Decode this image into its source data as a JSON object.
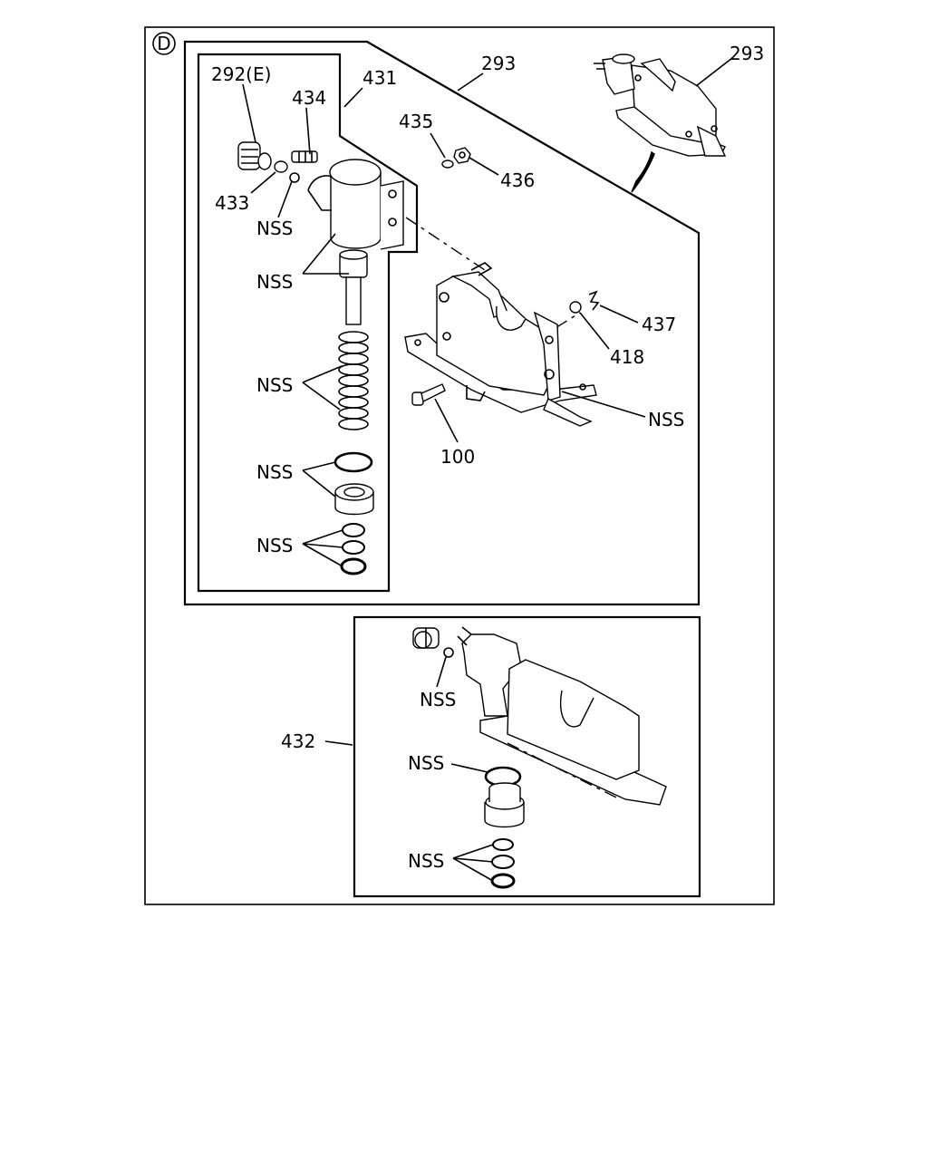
{
  "section_marker": "D",
  "labels": {
    "l292e": "292(E)",
    "l431": "431",
    "l434": "434",
    "l433": "433",
    "l435": "435",
    "l436": "436",
    "l293a": "293",
    "l293b": "293",
    "l437": "437",
    "l418": "418",
    "l100": "100",
    "l432": "432",
    "nss1": "NSS",
    "nss2": "NSS",
    "nss3": "NSS",
    "nss4": "NSS",
    "nss5": "NSS",
    "nss6": "NSS",
    "nss7": "NSS",
    "nss8": "NSS",
    "nss9": "NSS"
  }
}
